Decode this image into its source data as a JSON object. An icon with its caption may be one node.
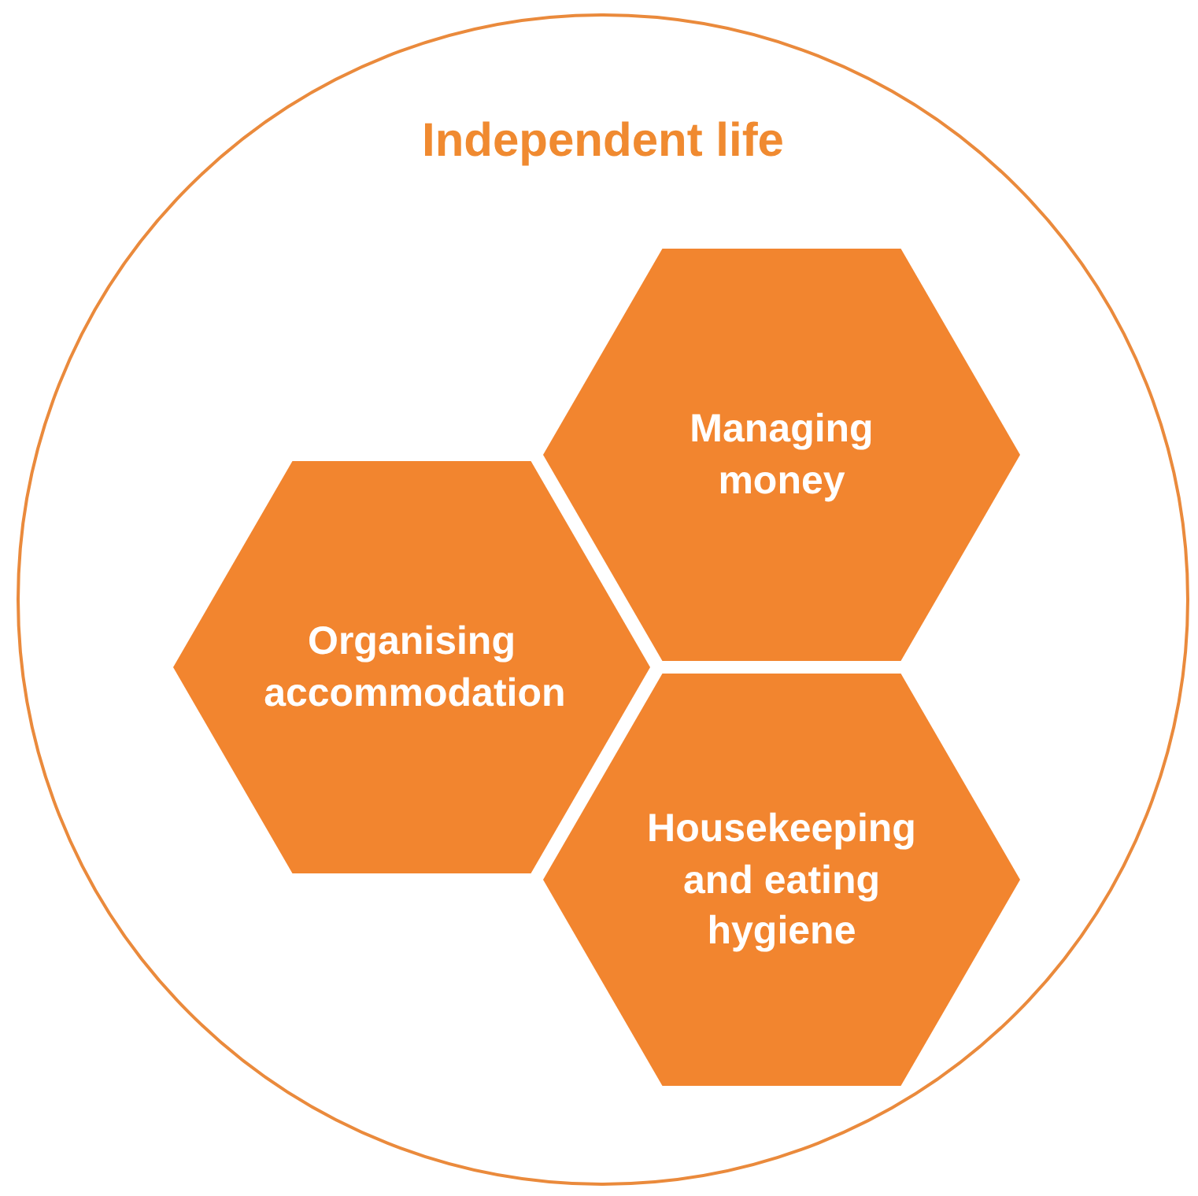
{
  "diagram": {
    "nodes": [
      {
        "text": [
          "Independent life"
        ]
      },
      {
        "text": [
          "Managing money"
        ],
        "in": 0
      },
      {
        "text": [
          "Organising accommodation"
        ],
        "in": 0
      },
      {
        "text": [
          "Housekeeping and eating hygiene"
        ],
        "in": 0
      }
    ]
  }
}
